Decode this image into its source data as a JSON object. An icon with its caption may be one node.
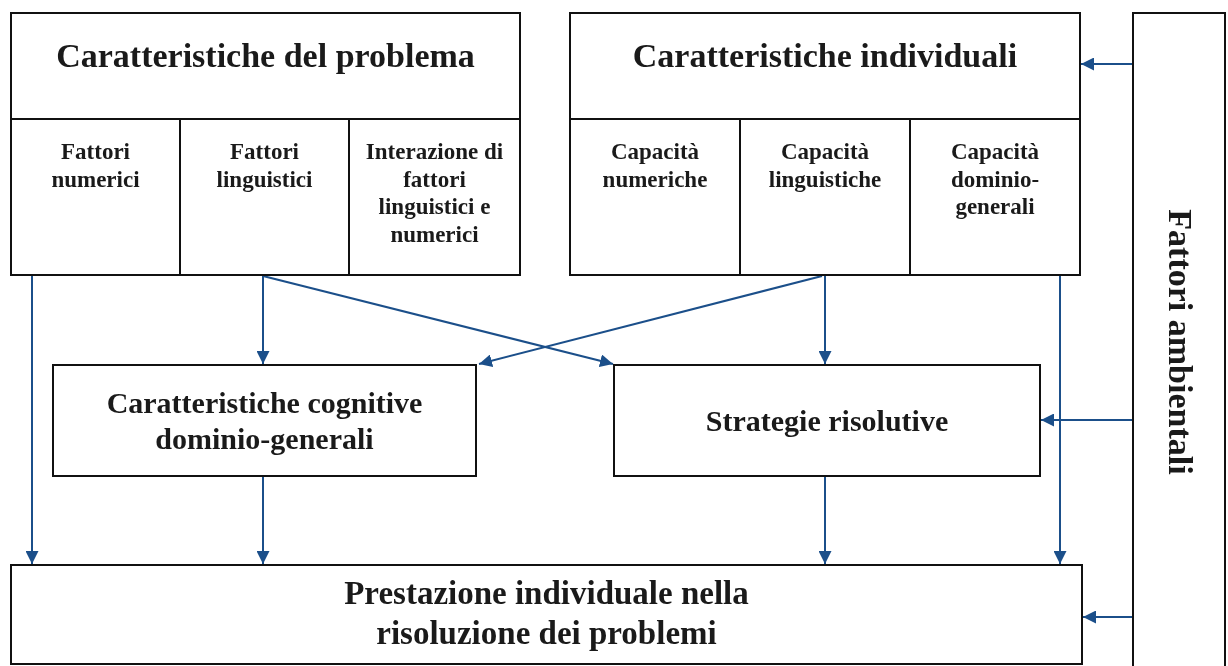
{
  "diagram": {
    "nodes": [
      {
        "text": [
          "Caratteristiche del problema"
        ]
      },
      {
        "text": [
          "Fattori numerici"
        ],
        "in": 0
      },
      {
        "text": [
          "Fattori linguistici"
        ],
        "in": 0
      },
      {
        "text": [
          "Interazione di fattori linguistici e numerici"
        ],
        "in": 0
      },
      {
        "text": [
          "Caratteristiche individuali"
        ]
      },
      {
        "text": [
          "Capacità numeriche"
        ],
        "in": 4
      },
      {
        "text": [
          "Capacità linguistiche"
        ],
        "in": 4
      },
      {
        "text": [
          "Capacità dominio-generali"
        ],
        "in": 4
      },
      {
        "text": [
          "Caratteristiche cognitive dominio-generali"
        ]
      },
      {
        "text": [
          "Strategie risolutive"
        ]
      },
      {
        "text": [
          "Prestazione individuale nella risoluzione dei problemi"
        ]
      },
      {
        "text": [
          "Fattori ambientali"
        ]
      }
    ],
    "edges": [
      {
        "from": 1,
        "to": 10,
        "arrow": "to"
      },
      {
        "from": 2,
        "to": 8,
        "arrow": "to"
      },
      {
        "from": 2,
        "to": 9,
        "arrow": "to"
      },
      {
        "from": 6,
        "to": 8,
        "arrow": "to"
      },
      {
        "from": 6,
        "to": 9,
        "arrow": "to"
      },
      {
        "from": 7,
        "to": 10,
        "arrow": "to"
      },
      {
        "from": 8,
        "to": 10,
        "arrow": "to"
      },
      {
        "from": 9,
        "to": 10,
        "arrow": "to"
      },
      {
        "from": 11,
        "to": 4,
        "arrow": "to"
      },
      {
        "from": 11,
        "to": 9,
        "arrow": "to"
      },
      {
        "from": 11,
        "to": 10,
        "arrow": "to"
      }
    ]
  }
}
